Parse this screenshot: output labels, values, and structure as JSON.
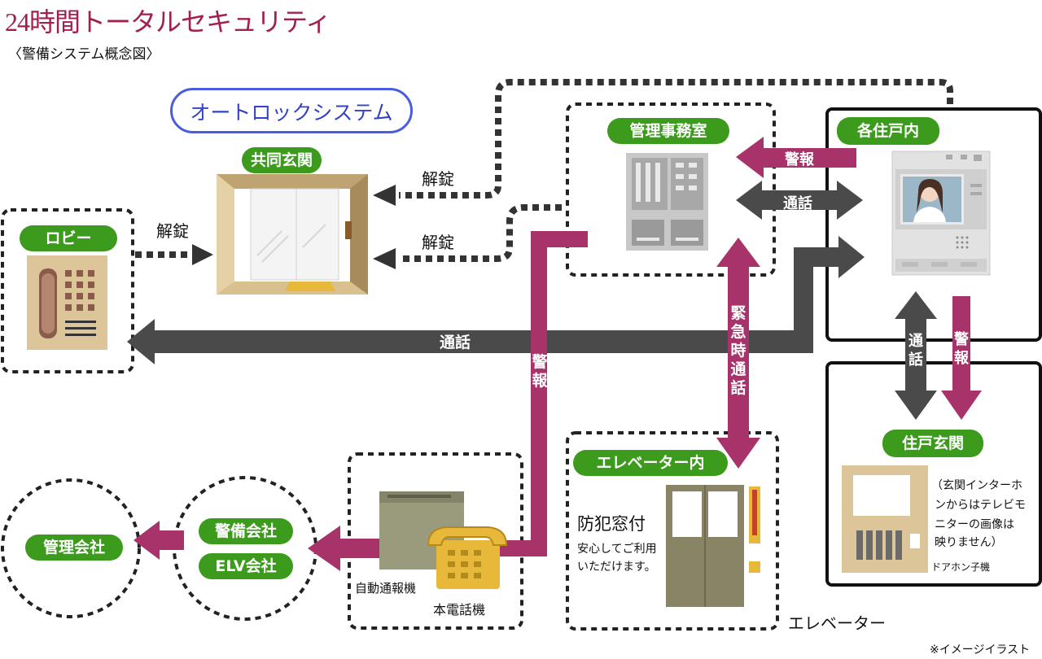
{
  "header": {
    "title": "24時間トータルセキュリティ",
    "subtitle": "〈警備システム概念図〉"
  },
  "nodes": {
    "autolock": "オートロックシステム",
    "entrance": "共同玄関",
    "lobby": "ロビー",
    "office": "管理事務室",
    "unit": "各住戸内",
    "unit_door": "住戸玄関",
    "elevator_inside": "エレベーター内",
    "security_company": "警備会社",
    "elv_company": "ELV会社",
    "management_company": "管理会社"
  },
  "labels": {
    "unlock_1": "解錠",
    "unlock_2": "解錠",
    "unlock_3": "解錠",
    "alarm_office": "警報",
    "call_office": "通話",
    "call_lobby": "通話",
    "alarm_vertical": "警報",
    "emergency_call": "緊急時通話",
    "call_door": "通話",
    "alarm_door": "警報",
    "crime_window": "防犯窓付",
    "reassurance_1": "安心してご利用",
    "reassurance_2": "いただけます。",
    "auto_report": "自動通報機",
    "main_phone": "本電話機",
    "elevator": "エレベーター",
    "door_note_1": "（玄関インターホ",
    "door_note_2": "ンからはテレビモ",
    "door_note_3": "ニターの画像は",
    "door_note_4": "映りません）",
    "door_handset": "ドアホン子機",
    "illustration_note": "※イメージイラスト"
  },
  "colors": {
    "title": "#a1204f",
    "green_label": "#3c9a1c",
    "autolock_border": "#4a5ce0",
    "call_arrow": "#4a4a4a",
    "alarm_arrow": "#a8336a",
    "unlock_arrow": "#333333",
    "tan_panel": "#dcc599"
  },
  "icons": {
    "lobby_panel": "intercom-panel-icon",
    "entrance_door": "sliding-door-icon",
    "office_panel": "control-panel-icon",
    "unit_monitor": "video-intercom-icon",
    "door_handset": "door-intercom-icon",
    "auto_report_device": "auto-report-device-icon",
    "telephone": "telephone-icon",
    "elevator_door": "elevator-door-icon"
  }
}
